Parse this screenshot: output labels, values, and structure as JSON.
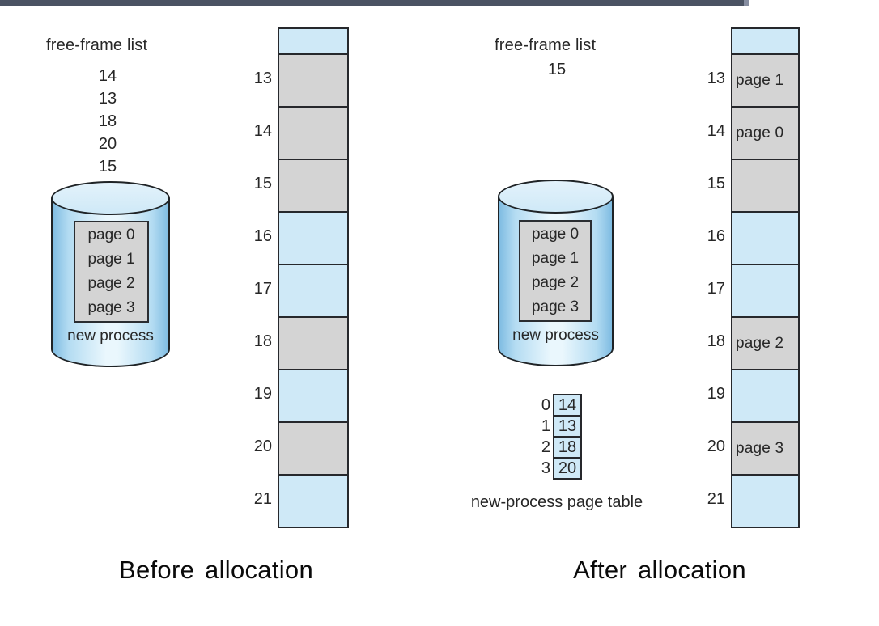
{
  "figure": {
    "topic": "frame allocation",
    "colors": {
      "top_bar": "#4b5363",
      "top_bar_end": "#868da0",
      "frame_free_gray": "#d4d4d4",
      "frame_in_use_blue": "#cfe9f7",
      "disk_blue_edge": "#7fbce2",
      "disk_blue_center": "#eaf7fd",
      "line": "#26282c"
    }
  },
  "before": {
    "free_frame_list": {
      "title": "free-frame list",
      "items": [
        "14",
        "13",
        "18",
        "20",
        "15"
      ]
    },
    "disk": {
      "pages": [
        "page 0",
        "page 1",
        "page 2",
        "page 3"
      ],
      "label": "new process"
    },
    "memory": {
      "frames": [
        {
          "num": "13",
          "state": "free",
          "label": ""
        },
        {
          "num": "14",
          "state": "free",
          "label": ""
        },
        {
          "num": "15",
          "state": "free",
          "label": ""
        },
        {
          "num": "16",
          "state": "in-use",
          "label": ""
        },
        {
          "num": "17",
          "state": "in-use",
          "label": ""
        },
        {
          "num": "18",
          "state": "free",
          "label": ""
        },
        {
          "num": "19",
          "state": "in-use",
          "label": ""
        },
        {
          "num": "20",
          "state": "free",
          "label": ""
        },
        {
          "num": "21",
          "state": "in-use",
          "label": ""
        }
      ]
    },
    "caption": "Before allocation"
  },
  "after": {
    "free_frame_list": {
      "title": "free-frame list",
      "items": [
        "15"
      ]
    },
    "disk": {
      "pages": [
        "page 0",
        "page 1",
        "page 2",
        "page 3"
      ],
      "label": "new process"
    },
    "page_table": {
      "rows": [
        {
          "index": "0",
          "value": "14"
        },
        {
          "index": "1",
          "value": "13"
        },
        {
          "index": "2",
          "value": "18"
        },
        {
          "index": "3",
          "value": "20"
        }
      ],
      "label": "new-process page table"
    },
    "memory": {
      "frames": [
        {
          "num": "13",
          "state": "allocated",
          "label": "page 1"
        },
        {
          "num": "14",
          "state": "allocated",
          "label": "page 0"
        },
        {
          "num": "15",
          "state": "free",
          "label": ""
        },
        {
          "num": "16",
          "state": "in-use",
          "label": ""
        },
        {
          "num": "17",
          "state": "in-use",
          "label": ""
        },
        {
          "num": "18",
          "state": "allocated",
          "label": "page 2"
        },
        {
          "num": "19",
          "state": "in-use",
          "label": ""
        },
        {
          "num": "20",
          "state": "allocated",
          "label": "page 3"
        },
        {
          "num": "21",
          "state": "in-use",
          "label": ""
        }
      ]
    },
    "caption": "After allocation"
  }
}
